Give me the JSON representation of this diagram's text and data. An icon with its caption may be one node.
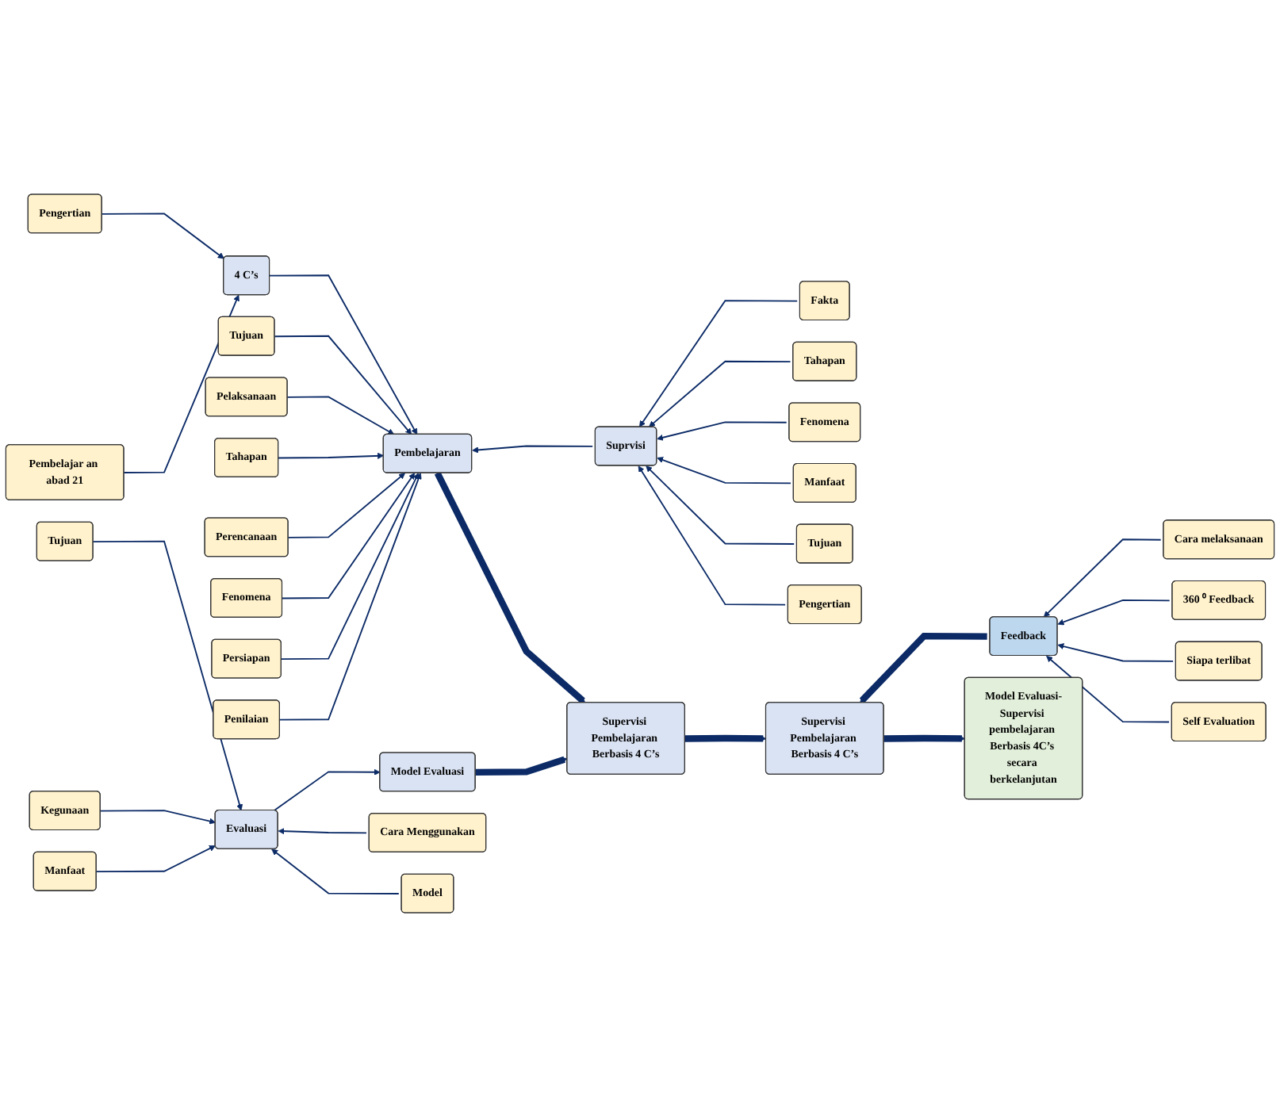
{
  "diagram": {
    "nodes": [
      {
        "text": [
          "Tujuan"
        ]
      },
      {
        "text": [
          "Pelaksanaan"
        ]
      },
      {
        "text": [
          "Tahapan"
        ]
      },
      {
        "text": [
          "Perencanaan"
        ]
      },
      {
        "text": [
          "Fenomena"
        ]
      },
      {
        "text": [
          "Pengertian"
        ]
      },
      {
        "text": [
          "Persiapan"
        ]
      },
      {
        "text": [
          "Penilaian"
        ]
      },
      {
        "text": [
          "Fakta"
        ]
      },
      {
        "text": [
          "Tahapan"
        ]
      },
      {
        "text": [
          "Pembelajar an abad 21"
        ]
      },
      {
        "text": [
          "4 C’s"
        ]
      },
      {
        "text": [
          "Pembelajaran"
        ]
      },
      {
        "text": [
          "Suprvisi"
        ]
      },
      {
        "text": [
          "Fenomena"
        ]
      },
      {
        "text": [
          "Manfaat"
        ]
      },
      {
        "text": [
          "Tujuan"
        ]
      },
      {
        "text": [
          "Pengertian"
        ]
      },
      {
        "text": [
          "Model Evaluasi"
        ]
      },
      {
        "text": [
          "Supervisi Pembelajaran Berbasis 4 C’s"
        ]
      },
      {
        "text": [
          "Cara Menggunakan"
        ]
      },
      {
        "text": [
          "Cara melaksanaan"
        ]
      },
      {
        "text": [
          "360 ⁰ Feedback"
        ]
      },
      {
        "text": [
          "Evaluasi"
        ]
      },
      {
        "text": [
          "Model"
        ]
      },
      {
        "text": [
          "Supervisi Pembelajaran Berbasis 4 C’s"
        ]
      },
      {
        "text": [
          "Feedback"
        ]
      },
      {
        "text": [
          "Siapa terlibat"
        ]
      },
      {
        "text": [
          "Tujuan"
        ]
      },
      {
        "text": [
          "Kegunaan"
        ]
      },
      {
        "text": [
          "Manfaat"
        ]
      },
      {
        "text": [
          "Self Evaluation"
        ]
      },
      {
        "text": [
          "Model Evaluasi-Supervisi pembelajaran Berbasis 4C’s secara berkelanjutan"
        ]
      }
    ],
    "edges": [
      {
        "from": 5,
        "to": 11,
        "arrow": "to"
      },
      {
        "from": 10,
        "to": 11,
        "arrow": "to"
      },
      {
        "from": 11,
        "to": 12,
        "arrow": "to"
      },
      {
        "from": 0,
        "to": 12,
        "arrow": "to"
      },
      {
        "from": 1,
        "to": 12,
        "arrow": "to"
      },
      {
        "from": 2,
        "to": 12,
        "arrow": "to"
      },
      {
        "from": 3,
        "to": 12,
        "arrow": "to"
      },
      {
        "from": 4,
        "to": 12,
        "arrow": "to"
      },
      {
        "from": 6,
        "to": 12,
        "arrow": "to"
      },
      {
        "from": 7,
        "to": 12,
        "arrow": "to"
      },
      {
        "from": 13,
        "to": 12,
        "arrow": "to"
      },
      {
        "from": 8,
        "to": 13,
        "arrow": "to"
      },
      {
        "from": 9,
        "to": 13,
        "arrow": "to"
      },
      {
        "from": 14,
        "to": 13,
        "arrow": "to"
      },
      {
        "from": 15,
        "to": 13,
        "arrow": "to"
      },
      {
        "from": 16,
        "to": 13,
        "arrow": "to"
      },
      {
        "from": 17,
        "to": 13,
        "arrow": "to"
      },
      {
        "from": 12,
        "to": 19,
        "arrow": "to",
        "style": "thick"
      },
      {
        "from": 18,
        "to": 19,
        "arrow": "to",
        "style": "thick"
      },
      {
        "from": 19,
        "to": 25,
        "arrow": "to",
        "style": "thick"
      },
      {
        "from": 23,
        "to": 18,
        "arrow": "to"
      },
      {
        "from": 20,
        "to": 23,
        "arrow": "to"
      },
      {
        "from": 24,
        "to": 23,
        "arrow": "to"
      },
      {
        "from": 28,
        "to": 23,
        "arrow": "to"
      },
      {
        "from": 29,
        "to": 23,
        "arrow": "to"
      },
      {
        "from": 30,
        "to": 23,
        "arrow": "to"
      },
      {
        "from": 21,
        "to": 26,
        "arrow": "to"
      },
      {
        "from": 22,
        "to": 26,
        "arrow": "to"
      },
      {
        "from": 27,
        "to": 26,
        "arrow": "to"
      },
      {
        "from": 31,
        "to": 26,
        "arrow": "to"
      },
      {
        "from": 26,
        "to": 25,
        "arrow": "to",
        "style": "thick"
      },
      {
        "from": 25,
        "to": 32,
        "arrow": "to",
        "style": "thick"
      }
    ]
  }
}
